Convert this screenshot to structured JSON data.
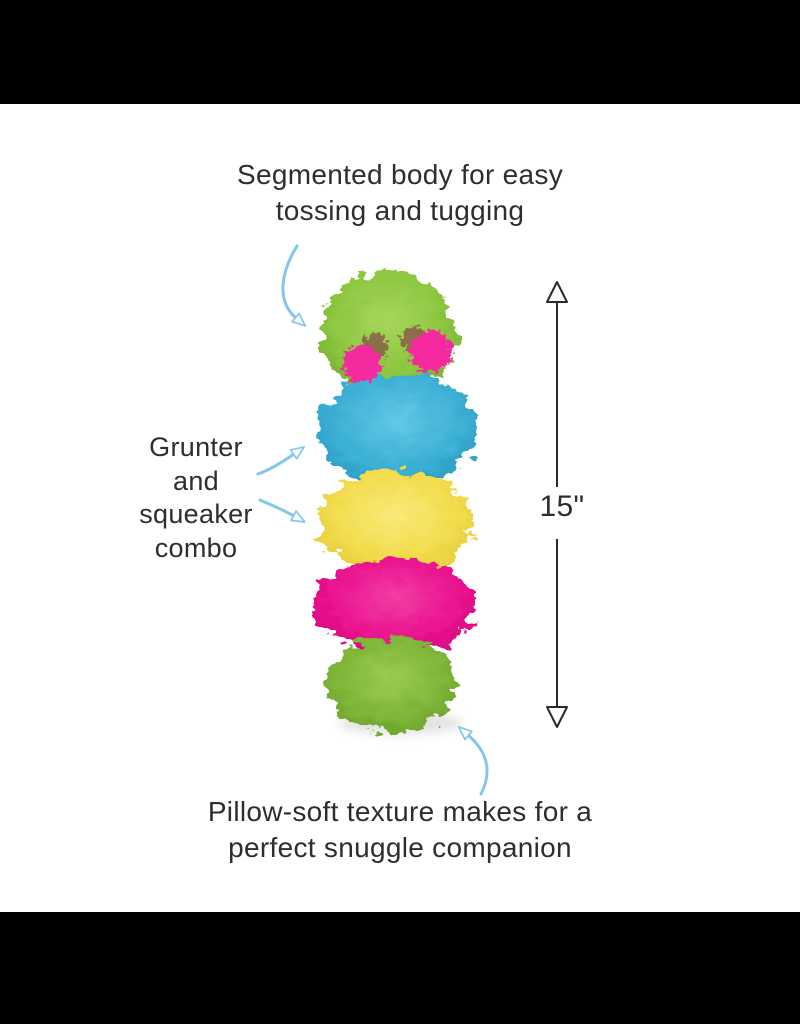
{
  "annotations": {
    "top": {
      "line1": "Segmented body for easy",
      "line2": "tossing and tugging"
    },
    "left": {
      "line1": "Grunter",
      "line2": "and",
      "line3": "squeaker",
      "line4": "combo"
    },
    "bottom": {
      "line1": "Pillow-soft texture makes for a",
      "line2": "perfect snuggle companion"
    },
    "measurement": {
      "value": "15\""
    }
  },
  "colors": {
    "letterbox": "#000000",
    "background": "#ffffff",
    "text": "#2e2e2e",
    "callout_arrow_blue": "#82c8e8",
    "measurement_arrow": "#2b2b2b",
    "toy_shadow": "#c9c9c9"
  },
  "toy": {
    "description": "plush caterpillar dog toy with five fluffy segments",
    "segments": [
      {
        "name": "head",
        "color": "#8cc63f"
      },
      {
        "name": "segment-2",
        "color": "#3bafd4"
      },
      {
        "name": "segment-3",
        "color": "#f3dd4e"
      },
      {
        "name": "segment-4",
        "color": "#ea128f"
      },
      {
        "name": "tail",
        "color": "#7fb637"
      }
    ],
    "details": {
      "pom_color": "#f5299f",
      "eye_color": "#8a6b4a"
    }
  }
}
